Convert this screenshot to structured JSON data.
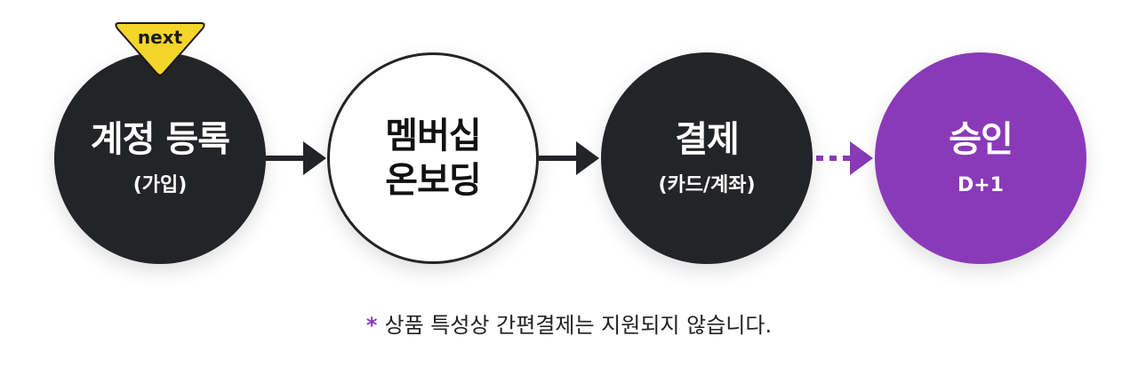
{
  "colors": {
    "dark": "#232427",
    "light": "#ffffff",
    "accent_purple": "#8a3ab9",
    "badge_yellow": "#f5d52a"
  },
  "badge": {
    "label": "next",
    "attached_to_step": 1
  },
  "steps": [
    {
      "index": 1,
      "title": "계정 등록",
      "subtitle": "(가입)",
      "style": "dark"
    },
    {
      "index": 2,
      "title_lines": [
        "멤버십",
        "온보딩"
      ],
      "style": "outline"
    },
    {
      "index": 3,
      "title": "결제",
      "subtitle": "(카드/계좌)",
      "style": "dark"
    },
    {
      "index": 4,
      "title": "승인",
      "subtitle": "D+1",
      "style": "purple"
    }
  ],
  "connectors": [
    {
      "from": 1,
      "to": 2,
      "style": "solid",
      "color": "#232427"
    },
    {
      "from": 2,
      "to": 3,
      "style": "solid",
      "color": "#232427"
    },
    {
      "from": 3,
      "to": 4,
      "style": "dotted",
      "color": "#8a3ab9"
    }
  ],
  "note": {
    "marker": "*",
    "text": "상품 특성상 간편결제는 지원되지 않습니다."
  }
}
